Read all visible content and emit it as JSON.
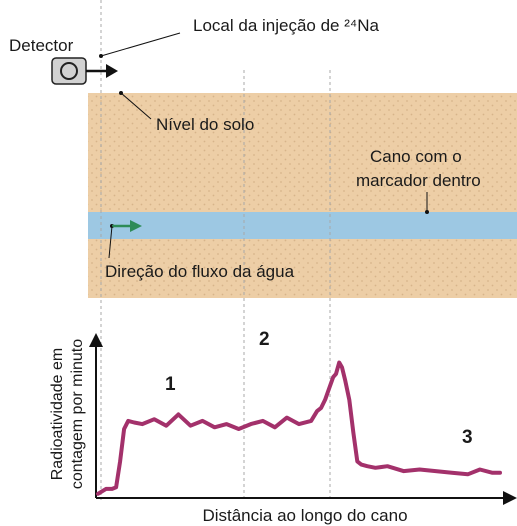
{
  "top": {
    "detector_label": "Detector",
    "injection_label": "Local da injeção de ²⁴Na",
    "ground_level_label": "Nível do solo",
    "pipe_label_line1": "Cano com o",
    "pipe_label_line2": "marcador dentro",
    "flow_label": "Direção do fluxo da água"
  },
  "colors": {
    "soil": "#edcea6",
    "soil_dot": "#d7b48a",
    "pipe": "#9dc8e3",
    "curve": "#a3316b",
    "flow_arrow": "#2e8b57",
    "guide": "#a8a8a8"
  },
  "chart_data": {
    "type": "line",
    "xlabel": "Distância ao longo do cano",
    "ylabel_line1": "Radioatividade em",
    "ylabel_line2": "contagem por minuto",
    "region_labels": [
      "1",
      "2",
      "3"
    ],
    "xlim": [
      0,
      100
    ],
    "ylim": [
      0,
      100
    ],
    "series": [
      {
        "x": [
          0,
          2,
          3.5,
          4.5,
          5.5,
          6.5,
          7.5,
          9,
          11,
          14,
          17,
          20,
          23,
          26,
          29,
          32,
          35,
          38,
          41,
          44,
          47,
          50,
          53,
          54.5,
          55.5,
          56.5,
          57.5,
          58.5,
          59.2,
          60,
          60.7,
          61.5,
          62.5,
          63.5,
          64.5,
          65.5,
          67,
          69,
          72,
          76,
          80,
          84,
          88,
          92,
          95,
          98,
          100
        ],
        "y": [
          2,
          5,
          5,
          6,
          22,
          42,
          47,
          46,
          45,
          48,
          44,
          51,
          44,
          47,
          43,
          45,
          42,
          45,
          47,
          43,
          49,
          45,
          47,
          53,
          55,
          60,
          67,
          74,
          76,
          83,
          80,
          72,
          60,
          40,
          22,
          20,
          19,
          18,
          19,
          16,
          17,
          16,
          15,
          14,
          17,
          15,
          15
        ]
      }
    ]
  }
}
